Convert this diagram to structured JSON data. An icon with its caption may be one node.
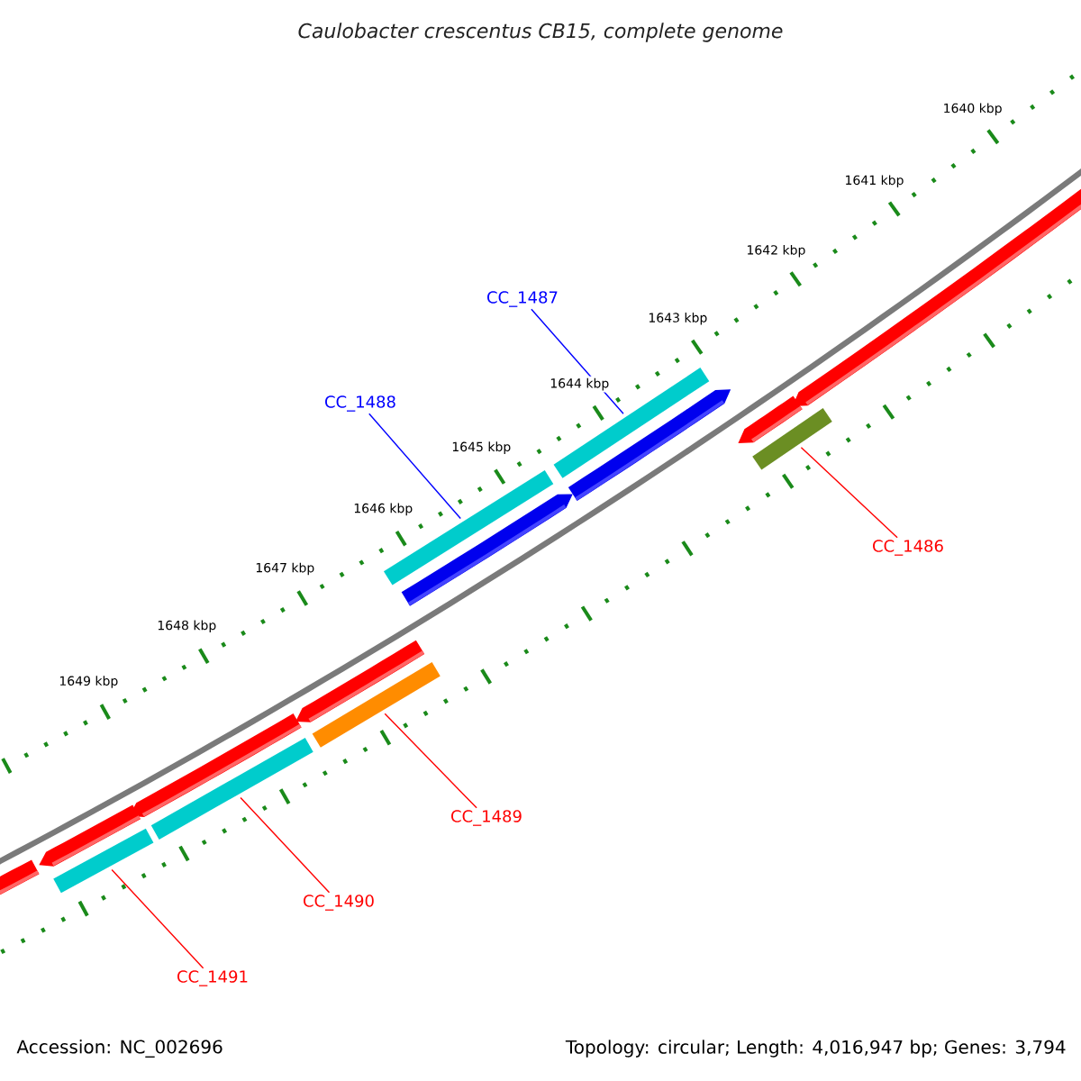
{
  "diagram": {
    "title": "Caulobacter crescentus CB15, complete genome",
    "nodes": [
      {
        "text": [
          "CC_1487"
        ]
      },
      {
        "text": [
          "CC_1488"
        ]
      },
      {
        "text": [
          "CC_1486"
        ]
      },
      {
        "text": [
          "CC_1489"
        ]
      },
      {
        "text": [
          "CC_1490"
        ]
      },
      {
        "text": [
          "CC_1491"
        ]
      },
      {
        "text": [],
        "shape": "bar"
      },
      {
        "text": [],
        "shape": "bar"
      },
      {
        "text": [],
        "shape": "bar"
      },
      {
        "text": [],
        "shape": "bar"
      },
      {
        "text": [],
        "shape": "bar"
      },
      {
        "text": [],
        "shape": "bar"
      }
    ],
    "edges": [
      {
        "from": 0,
        "to": 10,
        "arrow": "none",
        "color": "#0000ff"
      },
      {
        "from": 1,
        "to": 9,
        "arrow": "none",
        "color": "#0000ff"
      },
      {
        "from": 2,
        "to": 11,
        "arrow": "none"
      },
      {
        "from": 3,
        "to": 8,
        "arrow": "none"
      },
      {
        "from": 4,
        "to": 7,
        "arrow": "none"
      },
      {
        "from": 5,
        "to": 6,
        "arrow": "none"
      }
    ],
    "labels": [
      "1640 kbp",
      "1641 kbp",
      "1642 kbp",
      "1643 kbp",
      "1644 kbp",
      "1645 kbp",
      "1646 kbp",
      "1647 kbp",
      "1648 kbp",
      "1649 kbp",
      "Accession: NC_002696",
      "Topology: circular; Length: 4,016,947 bp; Genes: 3,794"
    ]
  }
}
